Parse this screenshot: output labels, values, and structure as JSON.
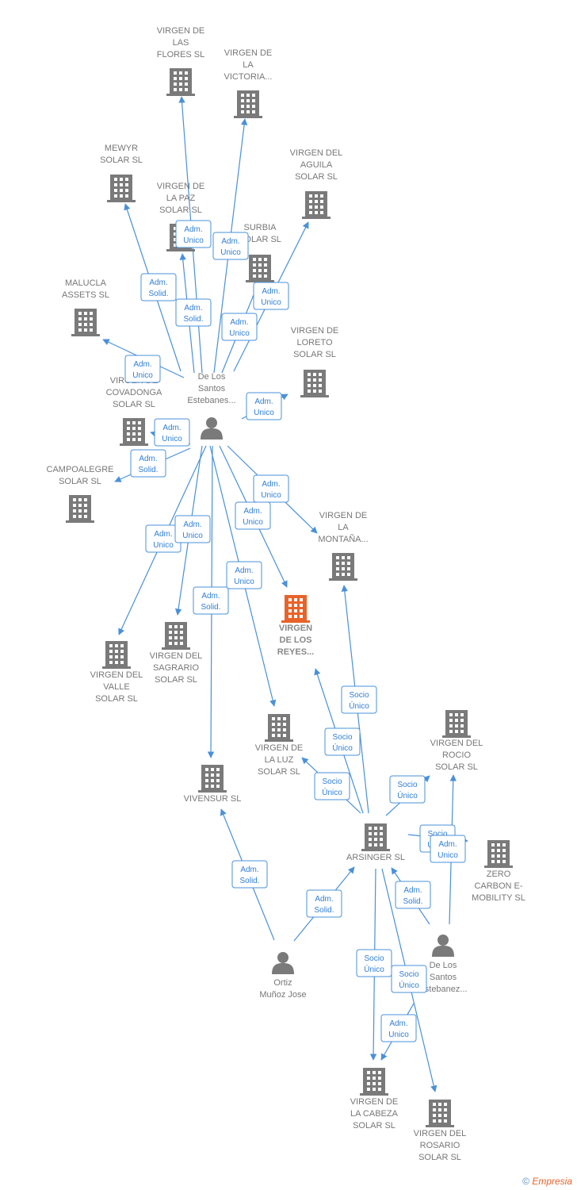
{
  "colors": {
    "edge": "#4a90d9",
    "node": "#7a7a7a",
    "highlight": "#e8632a",
    "label": "#2f7ed8"
  },
  "nodes": [
    {
      "id": "n_flores",
      "type": "company",
      "lines": [
        "VIRGEN DE",
        "LAS",
        "FLORES  SL"
      ]
    },
    {
      "id": "n_victoria",
      "type": "company",
      "lines": [
        "VIRGEN DE",
        "LA",
        "VICTORIA..."
      ]
    },
    {
      "id": "n_mewyr",
      "type": "company",
      "lines": [
        "MEWYR",
        "SOLAR  SL"
      ]
    },
    {
      "id": "n_aguila",
      "type": "company",
      "lines": [
        "VIRGEN DEL",
        "AGUILA",
        "SOLAR  SL"
      ]
    },
    {
      "id": "n_paz",
      "type": "company",
      "lines": [
        "VIRGEN DE",
        "LA PAZ",
        "SOLAR  SL"
      ]
    },
    {
      "id": "n_surbia",
      "type": "company",
      "lines": [
        "SURBIA",
        "SOLAR  SL"
      ]
    },
    {
      "id": "n_malucla",
      "type": "company",
      "lines": [
        "MALUCLA",
        "ASSETS  SL"
      ]
    },
    {
      "id": "n_loreto",
      "type": "company",
      "lines": [
        "VIRGEN DE",
        "LORETO",
        "SOLAR  SL"
      ]
    },
    {
      "id": "p_desantos1",
      "type": "person",
      "lines": [
        "De Los",
        "Santos",
        "Estebanes..."
      ]
    },
    {
      "id": "n_covadonga",
      "type": "company",
      "lines": [
        "VIRGEN DE",
        "COVADONGA",
        "SOLAR  SL"
      ]
    },
    {
      "id": "n_campoalegre",
      "type": "company",
      "lines": [
        "CAMPOALEGRE",
        "SOLAR  SL"
      ]
    },
    {
      "id": "n_montana",
      "type": "company",
      "lines": [
        "VIRGEN DE",
        "LA",
        "MONTAÑA..."
      ]
    },
    {
      "id": "n_reyes",
      "type": "company",
      "highlight": true,
      "lines": [
        "VIRGEN",
        "DE LOS",
        "REYES..."
      ]
    },
    {
      "id": "n_sagrario",
      "type": "company",
      "lines": [
        "VIRGEN DEL",
        "SAGRARIO",
        "SOLAR  SL"
      ]
    },
    {
      "id": "n_valle",
      "type": "company",
      "lines": [
        "VIRGEN DEL",
        "VALLE",
        "SOLAR  SL"
      ]
    },
    {
      "id": "n_luz",
      "type": "company",
      "lines": [
        "VIRGEN DE",
        "LA LUZ",
        "SOLAR  SL"
      ]
    },
    {
      "id": "n_rocio",
      "type": "company",
      "lines": [
        "VIRGEN DEL",
        "ROCIO",
        "SOLAR  SL"
      ]
    },
    {
      "id": "n_vivensur",
      "type": "company",
      "lines": [
        "VIVENSUR SL"
      ]
    },
    {
      "id": "n_arsinger",
      "type": "company",
      "lines": [
        "ARSINGER  SL"
      ]
    },
    {
      "id": "n_zero",
      "type": "company",
      "lines": [
        "ZERO",
        "CARBON E-",
        "MOBILITY  SL"
      ]
    },
    {
      "id": "p_desantos2",
      "type": "person",
      "lines": [
        "De Los",
        "Santos",
        "Estebanez..."
      ]
    },
    {
      "id": "p_ortiz",
      "type": "person",
      "lines": [
        "Ortiz",
        "Muñoz Jose"
      ]
    },
    {
      "id": "n_cabeza",
      "type": "company",
      "lines": [
        "VIRGEN DE",
        "LA CABEZA",
        "SOLAR  SL"
      ]
    },
    {
      "id": "n_rosario",
      "type": "company",
      "lines": [
        "VIRGEN DEL",
        "ROSARIO",
        "SOLAR  SL"
      ]
    }
  ],
  "edges": [
    {
      "id": "e1",
      "label": [
        "Adm.",
        "Unico"
      ]
    },
    {
      "id": "e2",
      "label": [
        "Adm.",
        "Unico"
      ]
    },
    {
      "id": "e3",
      "label": [
        "Adm.",
        "Solid."
      ]
    },
    {
      "id": "e4",
      "label": [
        "Adm.",
        "Unico"
      ]
    },
    {
      "id": "e5",
      "label": [
        "Adm.",
        "Solid."
      ]
    },
    {
      "id": "e6",
      "label": [
        "Adm.",
        "Unico"
      ]
    },
    {
      "id": "e7",
      "label": [
        "Adm.",
        "Unico"
      ]
    },
    {
      "id": "e8",
      "label": [
        "Adm.",
        "Unico"
      ]
    },
    {
      "id": "e9",
      "label": [
        "Adm.",
        "Unico"
      ]
    },
    {
      "id": "e10",
      "label": [
        "Adm.",
        "Solid."
      ]
    },
    {
      "id": "e11",
      "label": [
        "Adm.",
        "Unico"
      ]
    },
    {
      "id": "e12",
      "label": [
        "Adm.",
        "Unico"
      ]
    },
    {
      "id": "e13",
      "label": [
        "Adm.",
        "Unico"
      ]
    },
    {
      "id": "e14",
      "label": [
        "Adm.",
        "Unico"
      ]
    },
    {
      "id": "e15",
      "label": [
        "Adm.",
        "Solid."
      ]
    },
    {
      "id": "e16",
      "label": [
        "Adm.",
        "Unico"
      ]
    },
    {
      "id": "e17",
      "label": [
        "Socio",
        "Único"
      ]
    },
    {
      "id": "e18",
      "label": [
        "Socio",
        "Único"
      ]
    },
    {
      "id": "e19",
      "label": [
        "Socio",
        "Único"
      ]
    },
    {
      "id": "e20",
      "label": [
        "Socio",
        "Único"
      ]
    },
    {
      "id": "e21",
      "label": [
        "Socio",
        "Único"
      ]
    },
    {
      "id": "e22",
      "label": [
        "Adm.",
        "Unico"
      ]
    },
    {
      "id": "e23",
      "label": [
        "Adm.",
        "Solid."
      ]
    },
    {
      "id": "e24",
      "label": [
        "Adm.",
        "Solid."
      ]
    },
    {
      "id": "e25",
      "label": [
        "Adm.",
        "Solid."
      ]
    },
    {
      "id": "e26",
      "label": [
        "Socio",
        "Único"
      ]
    },
    {
      "id": "e27",
      "label": [
        "Socio",
        "Único"
      ]
    },
    {
      "id": "e28",
      "label": [
        "Adm.",
        "Unico"
      ]
    }
  ],
  "footer": {
    "copyright": "©",
    "brand": "Empresia"
  }
}
